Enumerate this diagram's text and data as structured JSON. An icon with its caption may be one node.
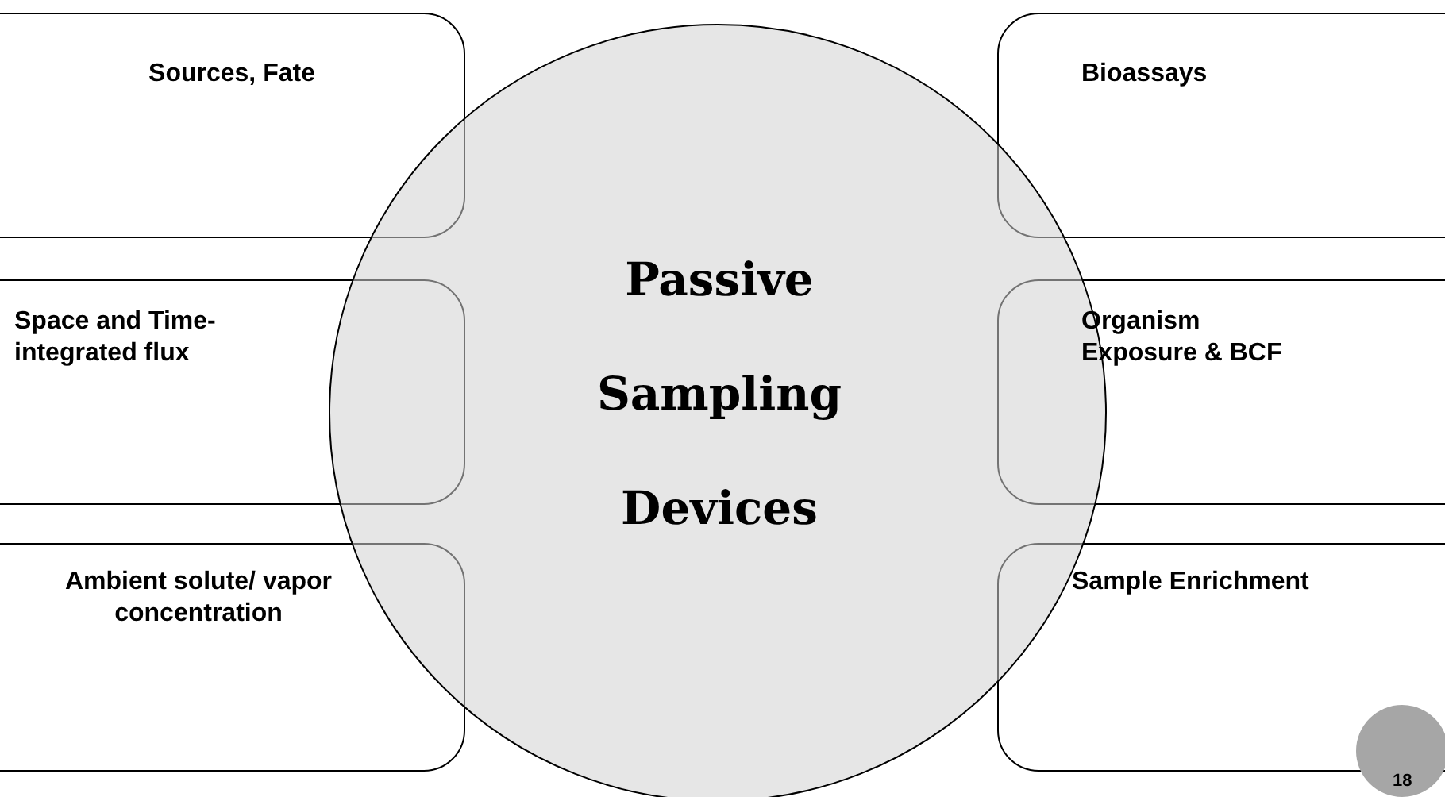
{
  "diagram": {
    "nodes": [
      {
        "text": [
          "Sources, Fate"
        ]
      },
      {
        "text": [
          "Bioassays"
        ]
      },
      {
        "text": [
          "Space and Time- integrated flux"
        ]
      },
      {
        "text": [
          "Passive Sampling Devices"
        ]
      },
      {
        "text": [
          "Organism Exposure & BCF"
        ]
      },
      {
        "text": [
          "Ambient solute/ vapor concentration"
        ]
      },
      {
        "text": [
          "Sample Enrichment"
        ]
      },
      {
        "text": [
          "18"
        ]
      }
    ]
  }
}
